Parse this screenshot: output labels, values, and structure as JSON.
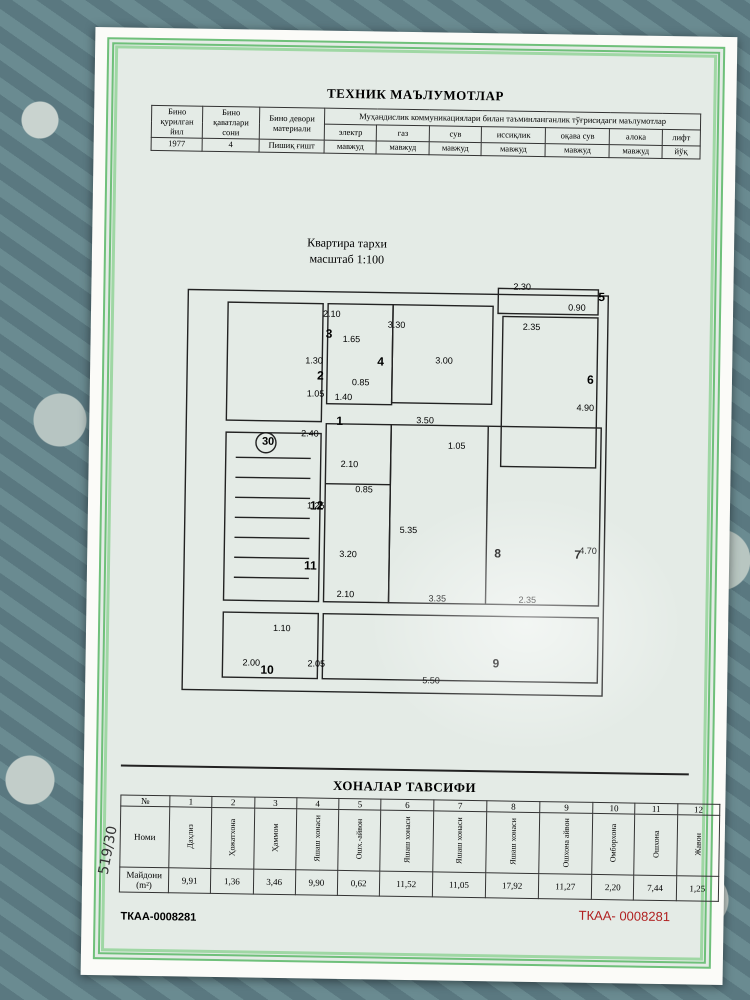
{
  "tech": {
    "title": "ТЕХНИК МАЪЛУМОТЛАР",
    "headers": [
      "Бино қурилган йил",
      "Бино қаватлари сони",
      "Бино девори материали"
    ],
    "comm_header": "Муҳандислик коммуникациялари билан таъминланганлик тўғрисидаги маълумотлар",
    "comm_cols": [
      "электр",
      "газ",
      "сув",
      "иссиқлик",
      "оқава сув",
      "алока",
      "лифт"
    ],
    "values": [
      "1977",
      "4",
      "Пишиқ ғишт"
    ],
    "comm_values": [
      "мавжуд",
      "мавжуд",
      "мавжуд",
      "мавжуд",
      "мавжуд",
      "мавжуд",
      "йўқ"
    ]
  },
  "plan": {
    "caption_line1": "Квартира тархи",
    "caption_line2": "масштаб 1:100",
    "rooms": [
      "1",
      "2",
      "3",
      "4",
      "5",
      "6",
      "7",
      "8",
      "9",
      "10",
      "11",
      "12"
    ],
    "stair_no": "30",
    "dims": [
      "2.10",
      "1.65",
      "3.30",
      "3.00",
      "2.30",
      "0.90",
      "2.35",
      "1.30",
      "0.85",
      "1.40",
      "1.05",
      "2.40",
      "3.50",
      "1.05",
      "4.90",
      "2.10",
      "0.85",
      "1.25",
      "5.35",
      "4.70",
      "3.20",
      "2.10",
      "3.35",
      "2.35",
      "1.10",
      "2.00",
      "2.05",
      "5.50"
    ]
  },
  "rooms": {
    "title": "ХОНАЛАР ТАВСИФИ",
    "no_label": "№",
    "name_label": "Номи",
    "area_label": "Майдони (m²)",
    "numbers": [
      "1",
      "2",
      "3",
      "4",
      "5",
      "6",
      "7",
      "8",
      "9",
      "10",
      "11",
      "12"
    ],
    "names": [
      "Даҳлиз",
      "Ҳожатхона",
      "Ҳаммом",
      "Яшаш хонаси",
      "Ошх.-айвон",
      "Яшаш хонаси",
      "Яшаш хонаси",
      "Яшаш хонаси",
      "Ошхона айвон",
      "Омборхона",
      "Ошхона",
      "Жавон"
    ],
    "areas": [
      "9,91",
      "1,36",
      "3,46",
      "9,90",
      "0,62",
      "11,52",
      "11,05",
      "17,92",
      "11,27",
      "2,20",
      "7,44",
      "1,25"
    ]
  },
  "codes": {
    "left": "ТКАА-0008281",
    "right": "ТКАА-  0008281"
  },
  "margin_note": "519/30"
}
